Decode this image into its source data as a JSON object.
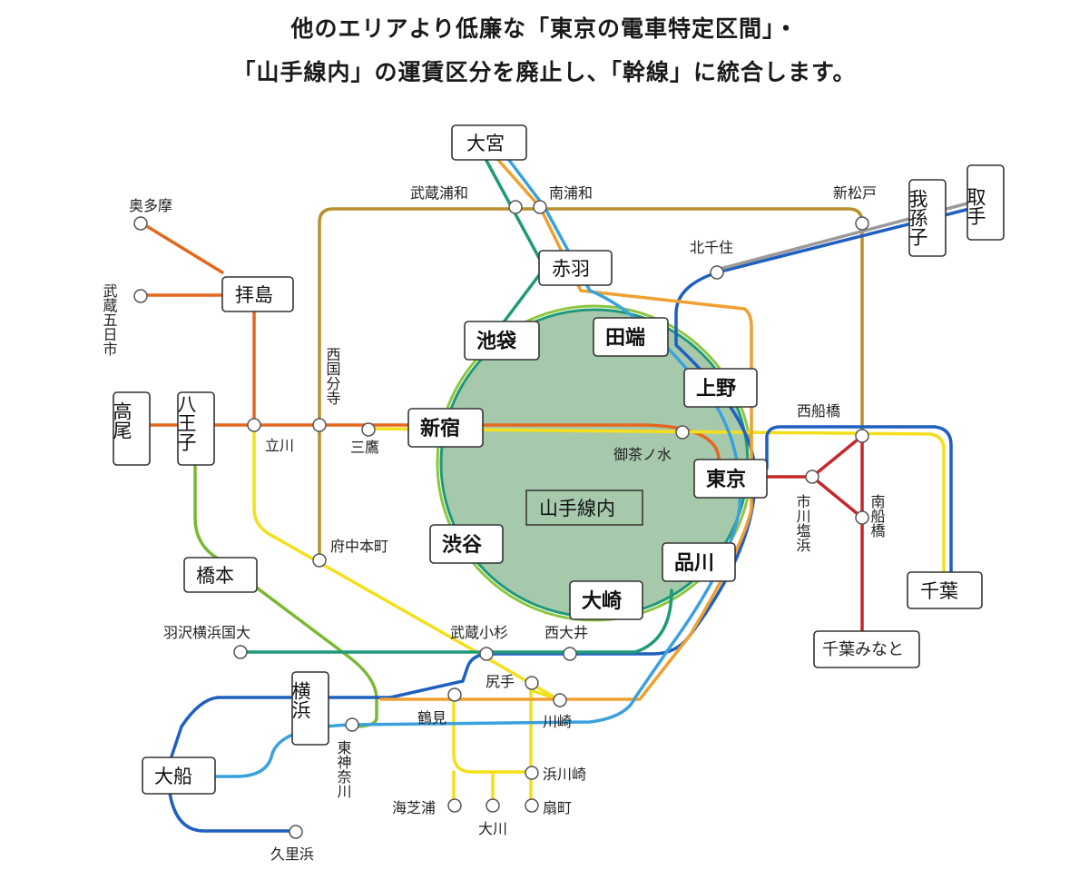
{
  "heading": {
    "line1": "他のエリアより低廉な「東京の電車特定区間」・",
    "line2": "「山手線内」の運賃区分を廃止し、「幹線」に統合します。"
  },
  "colors": {
    "yamanote_fill": "#a6c9ac",
    "yamanote_ring": "#8cc63f",
    "orange": "#e5671f",
    "ochre": "#b8902c",
    "yellow": "#f4df1c",
    "blue": "#1f5fc0",
    "lightblue": "#3aa1dd",
    "amber": "#f0a030",
    "teal": "#1f9a78",
    "green": "#7ab834",
    "red": "#c4282b",
    "gray": "#9a9a9a"
  },
  "center_label": "山手線内",
  "stations": {
    "omiya": "大宮",
    "toride": "取手",
    "abiko": "我孫子",
    "akabane": "赤羽",
    "ikebukuro": "池袋",
    "tabata": "田端",
    "ueno": "上野",
    "shinjuku": "新宿",
    "tokyo": "東京",
    "shibuya": "渋谷",
    "shinagawa": "品川",
    "osaki": "大崎",
    "takao": "高尾",
    "hachioji": "八王子",
    "haijima": "拝島",
    "hashimoto": "橋本",
    "yokohama": "横浜",
    "ofuna": "大船",
    "chiba": "千葉",
    "okutama": "奥多摩",
    "musashi_itsukaichi": "武蔵五日市",
    "musashi_urawa": "武蔵浦和",
    "minami_urawa": "南浦和",
    "shin_matsudo": "新松戸",
    "kita_senju": "北千住",
    "nishi_kokubunji": "西国分寺",
    "tachikawa": "立川",
    "mitaka": "三鷹",
    "ochanomizu": "御茶ノ水",
    "nishi_funabashi": "西船橋",
    "ichikawa_shiohama": "市川塩浜",
    "minami_funabashi": "南船橋",
    "chiba_minato": "千葉みなと",
    "fuchu_hommachi": "府中本町",
    "hanedayokohama": "羽沢横浜国大",
    "musashi_kosugi": "武蔵小杉",
    "nishi_oi": "西大井",
    "shiriteh": "尻手",
    "tsurumi": "鶴見",
    "kawasaki": "川崎",
    "higashi_kanagawa": "東神奈川",
    "hama_kawasaki": "浜川崎",
    "umishibaura": "海芝浦",
    "okawa": "大川",
    "ogimachi": "扇町",
    "kurihama": "久里浜"
  }
}
